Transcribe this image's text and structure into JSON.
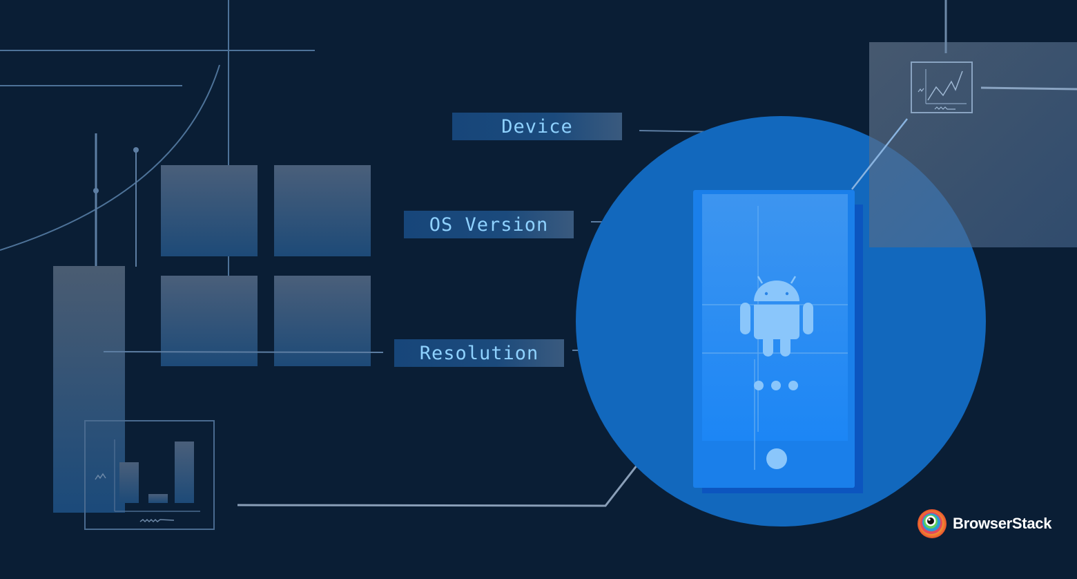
{
  "labels": {
    "device": "Device",
    "os_version": "OS Version",
    "resolution": "Resolution"
  },
  "brand": {
    "name": "BrowserStack"
  },
  "colors": {
    "background": "#0a1e35",
    "circle": "#1268bd",
    "phone_screen": "#2a8ef0",
    "label_text": "#8fd2ff"
  },
  "icons": [
    "android-icon",
    "browserstack-logo-icon",
    "line-chart-icon",
    "bar-chart-icon"
  ]
}
